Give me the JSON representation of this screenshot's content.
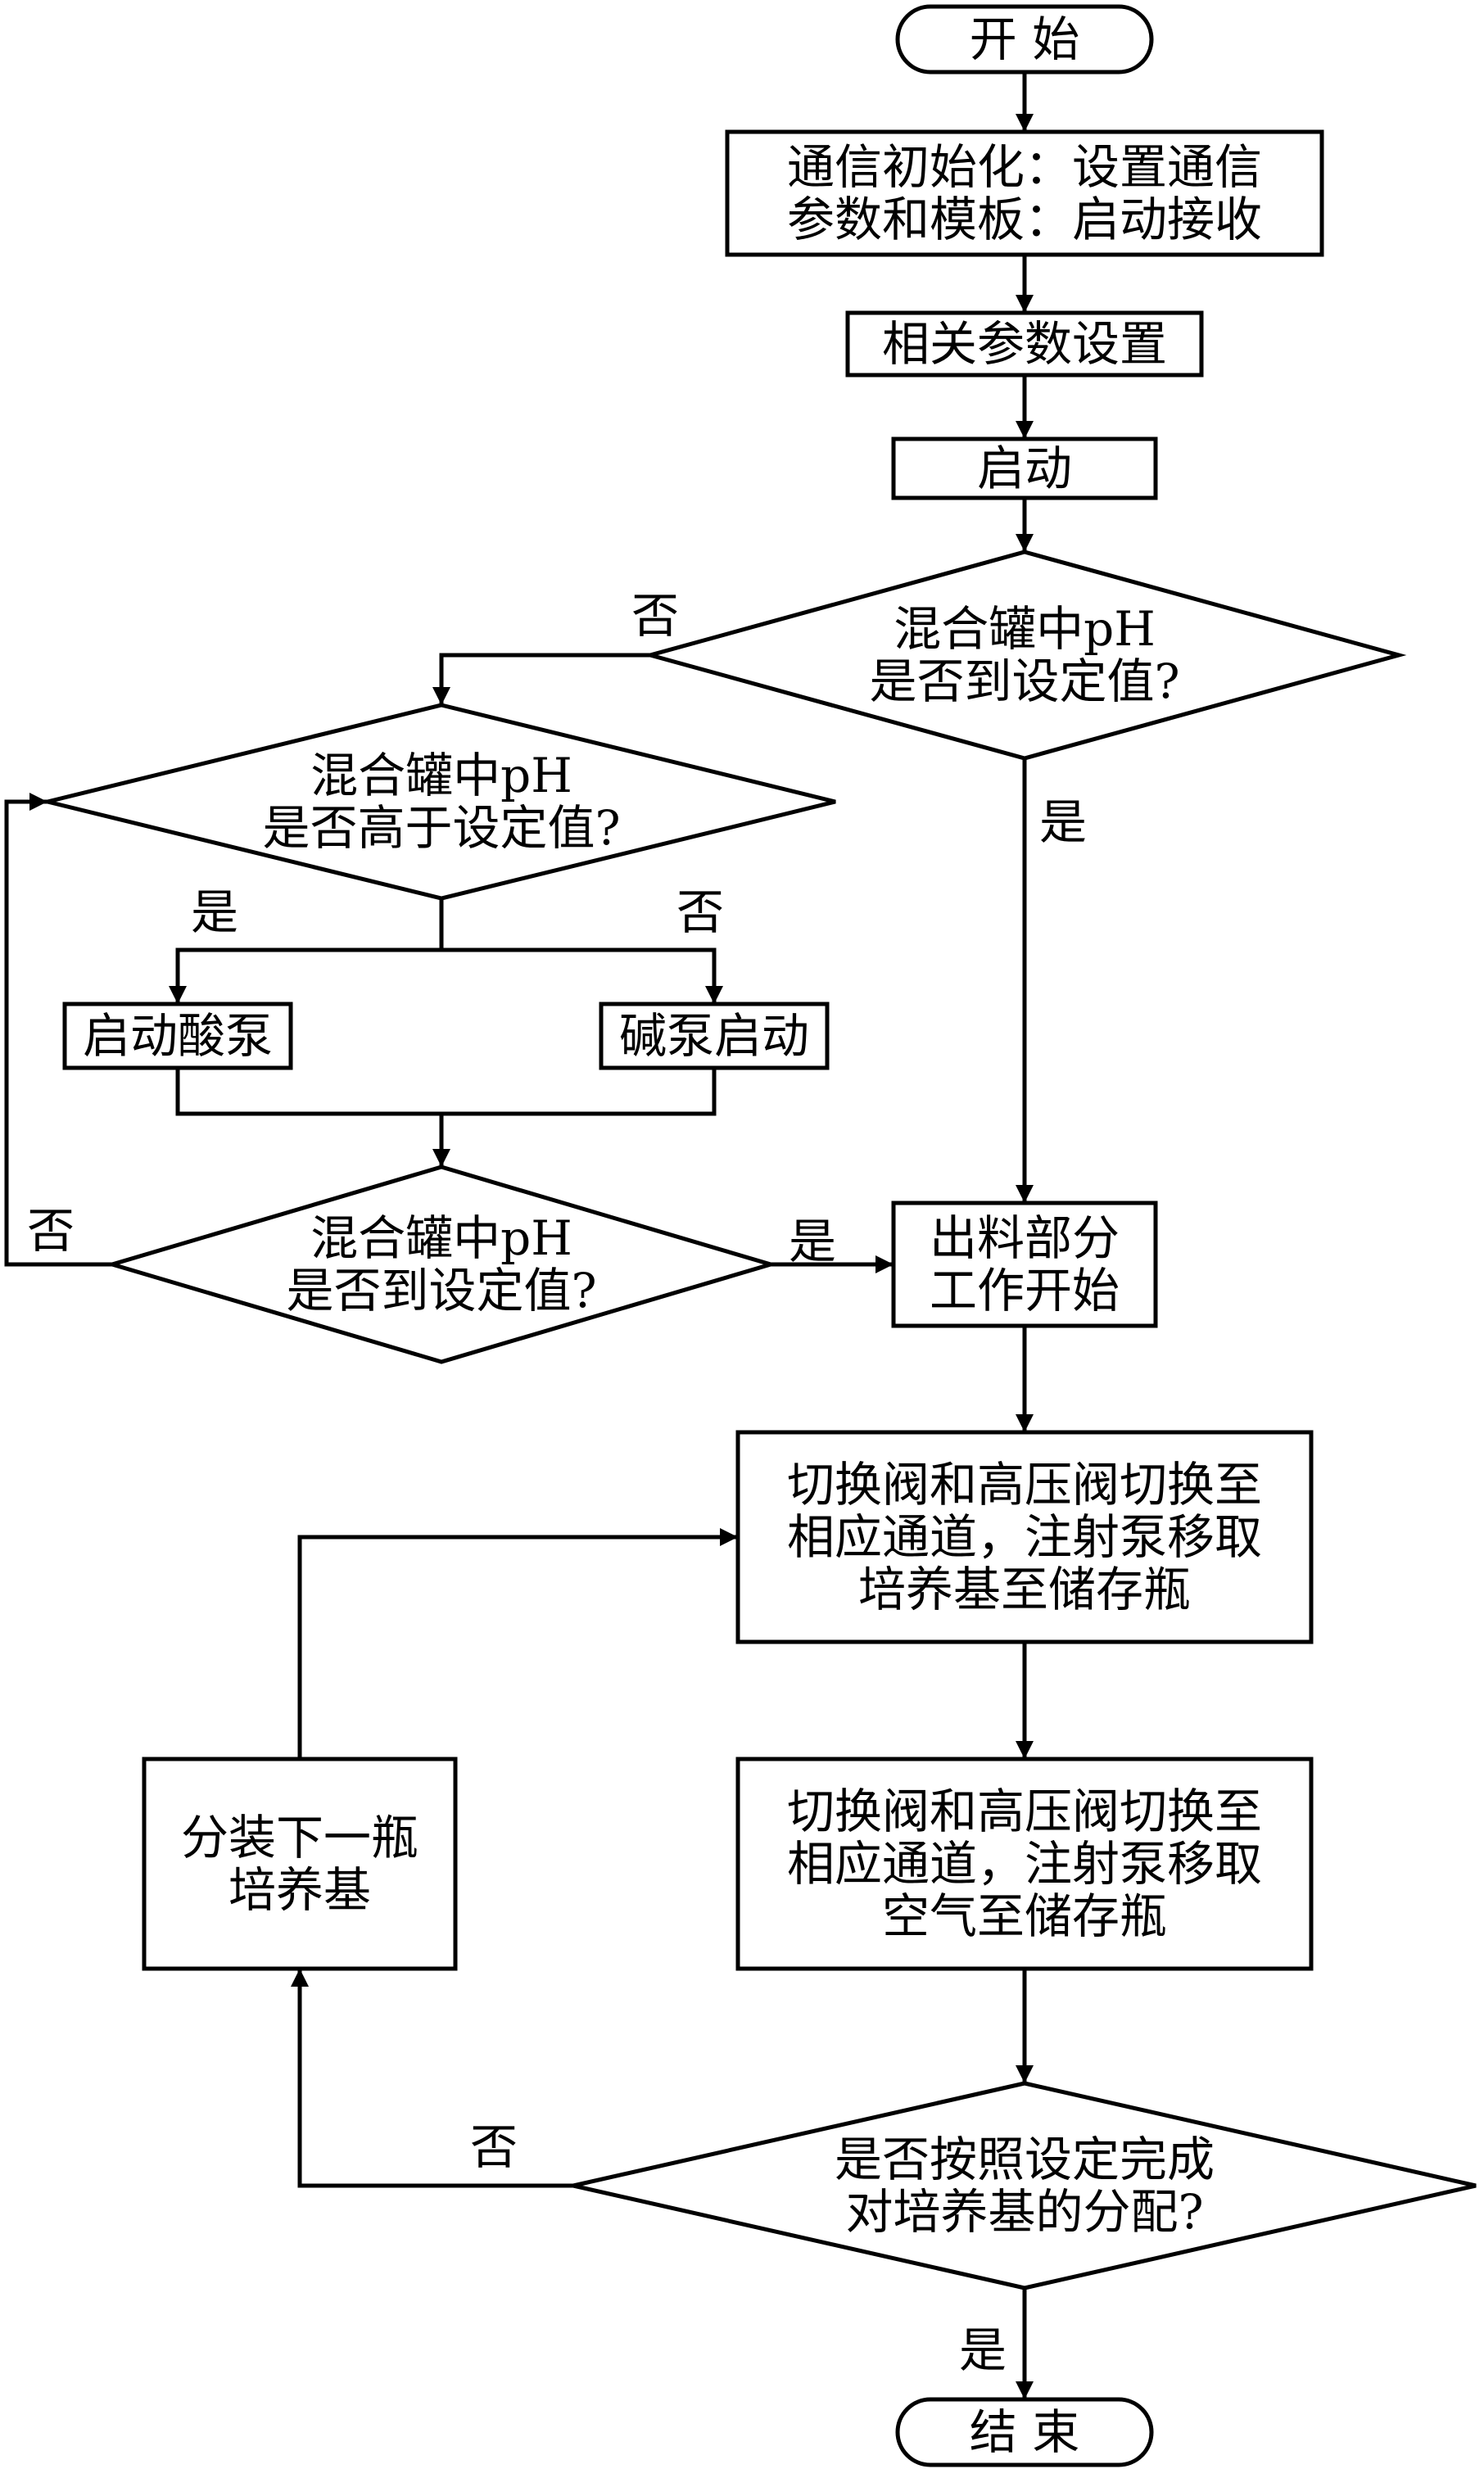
{
  "nodes": {
    "start": [
      "开  始"
    ],
    "init": [
      "通信初始化：设置通信",
      "参数和模板：启动接收"
    ],
    "params": [
      "相关参数设置"
    ],
    "launch": [
      "启动"
    ],
    "check1": [
      "混合罐中pH",
      "是否到设定值?"
    ],
    "check2": [
      "混合罐中pH",
      "是否高于设定值?"
    ],
    "acid": [
      "启动酸泵"
    ],
    "base": [
      "碱泵启动"
    ],
    "check3": [
      "混合罐中pH",
      "是否到设定值?"
    ],
    "discharge": [
      "出料部分",
      "工作开始"
    ],
    "step1": [
      "切换阀和高压阀切换至",
      "相应通道，注射泵移取",
      "培养基至储存瓶"
    ],
    "step2": [
      "切换阀和高压阀切换至",
      "相应通道，注射泵移取",
      "空气至储存瓶"
    ],
    "check4": [
      "是否按照设定完成",
      "对培养基的分配?"
    ],
    "next": [
      "分装下一瓶",
      "培养基"
    ],
    "end": [
      "结  束"
    ]
  },
  "edge_labels": {
    "c1_no": "否",
    "c1_yes": "是",
    "c2_yes": "是",
    "c2_no": "否",
    "c3_no": "否",
    "c3_yes": "是",
    "c4_no": "否",
    "c4_yes": "是"
  }
}
